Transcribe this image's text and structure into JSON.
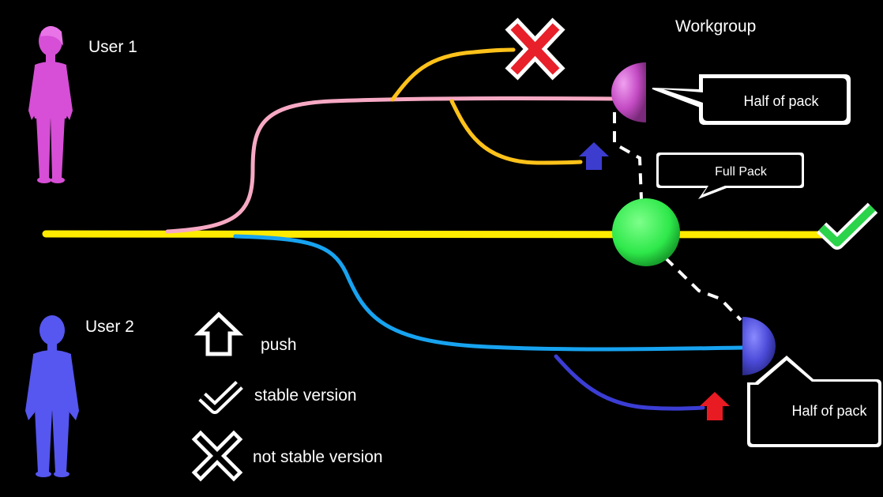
{
  "labels": {
    "user1": "User 1",
    "user2": "User 2",
    "workgroup": "Workgroup",
    "callout_top": "Half of pack",
    "callout_full": "Full Pack",
    "callout_bottom": "Half of pack"
  },
  "legend": {
    "push": "push",
    "stable": "stable version",
    "not_stable": "not stable version"
  },
  "colors": {
    "main_line": "#ffeb00",
    "user1_line": "#f7a9c4",
    "user1_branch": "#ffc21a",
    "user2_line": "#17a3f0",
    "user2_branch": "#3b3dd4",
    "user1_figure": "#d64fd6",
    "user2_figure": "#5656f0",
    "full_pack": "#2ee84a",
    "stable_check": "#2bd44a",
    "not_stable_x": "#e8202a",
    "push_up_top": "#3c3ccf",
    "push_up_bottom": "#e81b23"
  }
}
